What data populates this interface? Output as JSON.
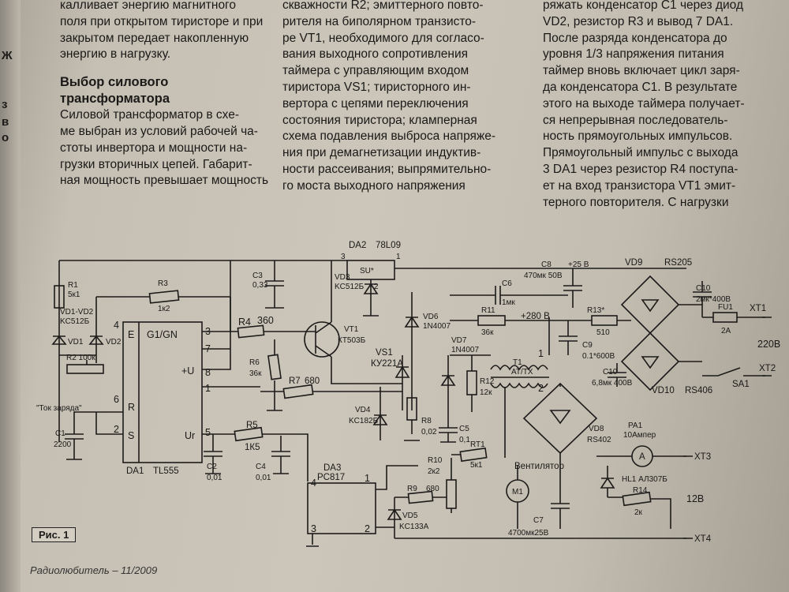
{
  "column1": {
    "lines": [
      "калливает энергию магнитного",
      "поля при открытом тиристоре и при",
      "закрытом передает накопленную",
      "энергию в нагрузку."
    ],
    "heading_lines": [
      "Выбор силового",
      "трансформатора"
    ],
    "body_lines": [
      "Силовой трансформатор в схе-",
      "ме выбран из условий рабочей ча-",
      "стоты инвертора и мощности на-",
      "грузки вторичных цепей. Габарит-",
      "ная мощность превышает мощность"
    ]
  },
  "column2": {
    "lines": [
      "скважности R2; эмиттерного повто-",
      "рителя на биполярном транзисто-",
      "ре VT1, необходимого для согласо-",
      "вания выходного сопротивления",
      "таймера с управляющим входом",
      "тиристора VS1; тиристорного ин-",
      "вертора с цепями переключения",
      "состояния тиристора; кламперная",
      "схема подавления выброса напряже-",
      "ния при демагнетизации индуктив-",
      "ности рассеивания; выпрямительно-",
      "го моста выходного напряжения"
    ]
  },
  "column3": {
    "lines": [
      "ряжать конденсатор C1 через диод",
      "VD2, резистор R3 и вывод 7 DA1.",
      "После разряда конденсатора до",
      "уровня 1/3 напряжения питания",
      "таймер вновь включает цикл заря-",
      "да конденсатора C1. В результате",
      "этого на выходе таймера получает-",
      "ся непрерывная последователь-",
      "ность прямоугольных импульсов.",
      "Прямоугольный импульс с выхода",
      "3 DA1 через резистор R4 поступа-",
      "ет на вход транзистора VT1 эмит-",
      "терного повторителя. С нагрузки"
    ]
  },
  "left_strip": [
    "Ж",
    "з",
    "в",
    "о"
  ],
  "figure": {
    "caption": "Рис. 1",
    "labels": {
      "da2": "DA2",
      "da2_type": "78L09",
      "su": "SU*",
      "p3": "3",
      "p1": "1",
      "p2": "2",
      "c3": "C3",
      "c3v": "0,33",
      "vd3": "VD3",
      "vd3t": "KC512Б",
      "c8": "C8",
      "c8v": "470мк 50В",
      "v25": "+25 В",
      "vd9": "VD9",
      "rs205": "RS205",
      "c10b": "C10",
      "c10bv": "2мк*400В",
      "r1": "R1",
      "r1v": "5к1",
      "vd1vd2": "VD1-VD2",
      "kc512b": "KC512Б",
      "vd1": "VD1",
      "vd2": "VD2",
      "r2": "R2 100к",
      "r3": "R3",
      "r3v": "1к2",
      "e": "E",
      "g1gn": "G1/GN",
      "r": "R",
      "s": "S",
      "u": "+U",
      "ur": "Ur",
      "n4": "4",
      "n3": "3",
      "n7": "7",
      "n8": "8",
      "n1": "1",
      "n6": "6",
      "n2": "2",
      "n5": "5",
      "r4": "R4",
      "r4v": "360",
      "vt1": "VT1",
      "vt1t": "КТ503Б",
      "r6": "R6",
      "r6v": "36к",
      "r7": "R7",
      "r7v": "680",
      "tok": "\"Ток заряда\"",
      "c1": "C1",
      "c1v": "2200",
      "da1": "DA1",
      "da1t": "TL555",
      "c2": "C2",
      "c2v": "0,01",
      "r5": "R5",
      "r5v": "1К5",
      "c4": "C4",
      "c4v": "0,01",
      "vd6": "VD6",
      "vd6t": "1N4007",
      "c6": "C6",
      "c6v": "1мк",
      "r11": "R11",
      "r11v": "36к",
      "v280": "+280 В",
      "r13": "R13*",
      "r13v": "510",
      "c9": "C9",
      "c9v": "0.1*600В",
      "fu1": "FU1",
      "fu1v": "2А",
      "xt1": "XT1",
      "v220": "220В",
      "vs1": "VS1",
      "vs1t": "КУ221А",
      "vd7": "VD7",
      "vd7t": "1N4007",
      "t1": "T1",
      "t1t": "AT/TX",
      "r12": "R12",
      "r12v": "12к",
      "c10": "C10",
      "c10v": "6,8мк 400В",
      "vd10": "VD10",
      "rs406": "RS406",
      "sa1": "SA1",
      "xt2": "XT2",
      "vd4": "VD4",
      "vd4t": "KC182Б",
      "r8": "R8",
      "r8v": "0,02",
      "c5": "C5",
      "c5v": "0,1",
      "vd8": "VD8",
      "rs402": "RS402",
      "pa1": "PA1",
      "pa1t": "10Ампер",
      "a": "A",
      "xt3": "XT3",
      "da3": "DA3",
      "pc817": "PC817",
      "r10": "R10",
      "r10v": "2к2",
      "rt1": "RT1",
      "rt1v": "5к1",
      "fan": "Вентилятор",
      "m1": "M1",
      "hl1": "HL1  АЛ307Б",
      "r9": "R9",
      "r9v": "680",
      "r14": "R14",
      "r14v": "2к",
      "v12": "12В",
      "vd5": "VD5",
      "vd5t": "KC133A",
      "c7": "C7",
      "c7v": "4700мк25В",
      "xt4": "XT4",
      "n4b": "4",
      "n1b": "1",
      "n3b": "3",
      "n2b": "2",
      "tp2": "2",
      "tp1": "1"
    }
  },
  "footer": "Радиолюбитель – 11/2009"
}
